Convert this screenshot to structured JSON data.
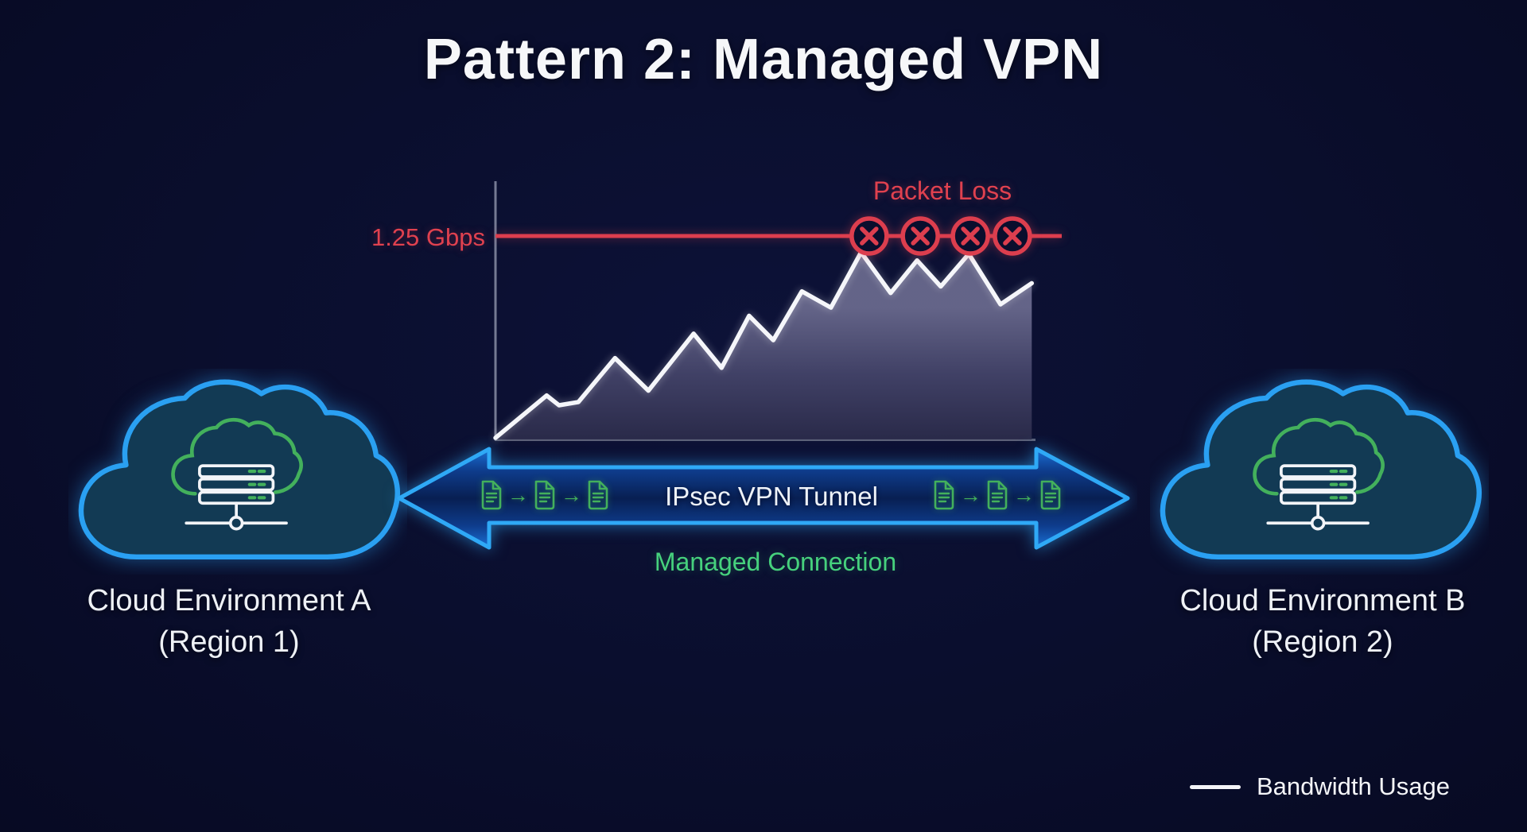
{
  "title": "Pattern 2: Managed VPN",
  "chart_data": {
    "type": "area",
    "title": "",
    "xlabel": "",
    "ylabel": "",
    "threshold": {
      "label": "1.25 Gbps",
      "gbps": 1.25
    },
    "annotation_label": "Packet Loss",
    "series": [
      {
        "name": "Bandwidth Usage",
        "x_frac": [
          0,
          0.095,
          0.118,
          0.154,
          0.222,
          0.284,
          0.368,
          0.42,
          0.471,
          0.516,
          0.569,
          0.623,
          0.679,
          0.734,
          0.783,
          0.827,
          0.879,
          0.938,
          0.996
        ],
        "gbps": [
          0.01,
          0.27,
          0.21,
          0.23,
          0.5,
          0.3,
          0.65,
          0.44,
          0.76,
          0.61,
          0.91,
          0.81,
          1.15,
          0.9,
          1.1,
          0.94,
          1.14,
          0.83,
          0.96
        ]
      }
    ],
    "packet_loss_markers_x_frac": [
      0.694,
      0.789,
      0.882,
      0.96
    ],
    "ylim_gbps": [
      0,
      1.59
    ],
    "grid": false,
    "legend": {
      "label": "Bandwidth Usage",
      "position": "bottom-right",
      "swatch": "white-line"
    }
  },
  "nodes": {
    "left": {
      "title": "Cloud Environment A",
      "subtitle": "(Region 1)"
    },
    "right": {
      "title": "Cloud Environment B",
      "subtitle": "(Region 2)"
    }
  },
  "tunnel": {
    "label": "IPsec VPN Tunnel",
    "sublabel": "Managed Connection",
    "flow_arrow": "→"
  },
  "legend": {
    "label": "Bandwidth Usage"
  },
  "icons": {
    "cloud": "cloud-icon",
    "server": "server-rack-icon",
    "document": "document-icon",
    "packet_loss_marker": "circled-x-icon",
    "bandwidth_swatch": "line-swatch"
  },
  "colors": {
    "background": "#0a0e2d",
    "accent_blue": "#2fa9f6",
    "cloud_fill": "#123a54",
    "icon_green": "#43b05c",
    "green_text": "#46d17d",
    "alert_red": "#dc3e4e",
    "line_white": "#f5f6fa",
    "area_top": "#68688c",
    "area_bottom": "#2c2c4b"
  }
}
